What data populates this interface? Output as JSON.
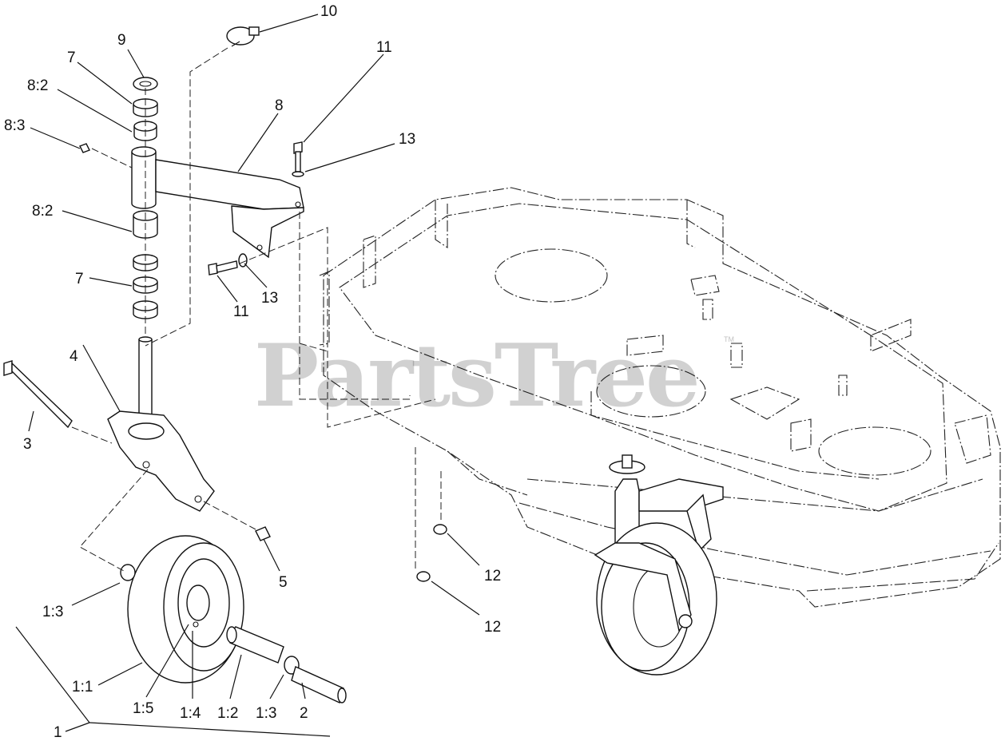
{
  "watermark": "PartsTree",
  "watermark_mark": "TM",
  "callouts": {
    "c10": "10",
    "c9": "9",
    "c7a": "7",
    "c8_2a": "8:2",
    "c8_3": "8:3",
    "c8": "8",
    "c11a": "11",
    "c13a": "13",
    "c8_2b": "8:2",
    "c7b": "7",
    "c11b": "11",
    "c13b": "13",
    "c4": "4",
    "c3": "3",
    "c5": "5",
    "c1_3a": "1:3",
    "c1_1": "1:1",
    "c1_5": "1:5",
    "c1_4": "1:4",
    "c1_2": "1:2",
    "c1_3b": "1:3",
    "c2": "2",
    "c1": "1",
    "c12a": "12",
    "c12b": "12"
  }
}
